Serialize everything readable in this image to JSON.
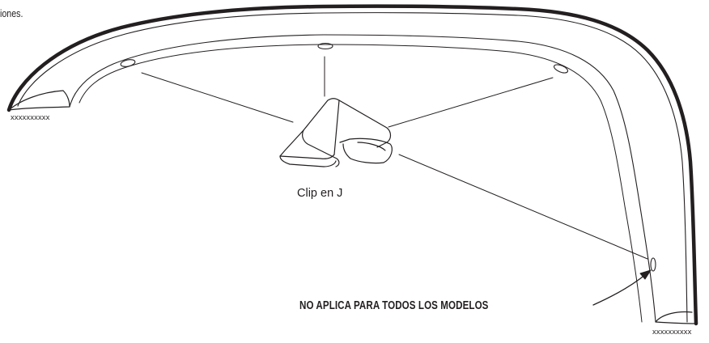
{
  "cropped_note": "iones.",
  "part_code_left": "xxxxxxxxxx",
  "part_code_right": "xxxxxxxxxx",
  "clip_label": "Clip en J",
  "warning_label": "NO APLICA PARA TODOS LOS MODELOS",
  "colors": {
    "line": "#231f20",
    "background": "#ffffff"
  }
}
